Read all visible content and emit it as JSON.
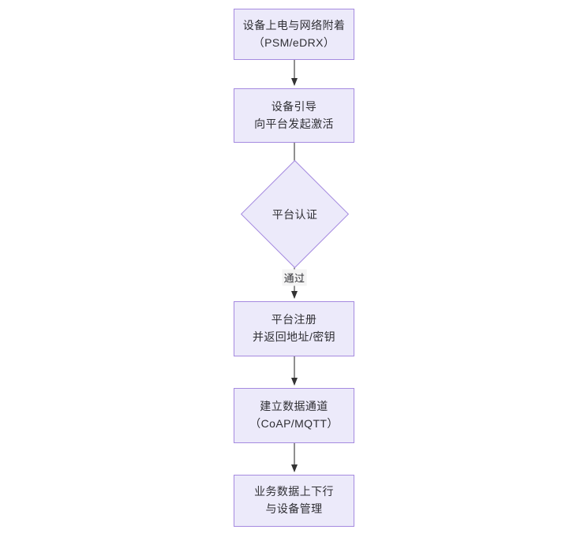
{
  "diagram": {
    "type": "flowchart",
    "direction": "top-to-bottom",
    "background_color": "#ffffff",
    "node_fill_color": "#ECEAFA",
    "node_border_color": "#A58AE0",
    "text_color": "#2f2f34",
    "edge_color": "#333333",
    "nodes": [
      {
        "id": "n1",
        "shape": "rectangle",
        "line1": "设备上电与网络附着",
        "line2": "（PSM/eDRX）"
      },
      {
        "id": "n2",
        "shape": "rectangle",
        "line1": "设备引导",
        "line2": "向平台发起激活"
      },
      {
        "id": "n3",
        "shape": "diamond",
        "line1": "平台认证",
        "line2": ""
      },
      {
        "id": "n4",
        "shape": "rectangle",
        "line1": "平台注册",
        "line2": "并返回地址/密钥"
      },
      {
        "id": "n5",
        "shape": "rectangle",
        "line1": "建立数据通道",
        "line2": "（CoAP/MQTT）"
      },
      {
        "id": "n6",
        "shape": "rectangle",
        "line1": "业务数据上下行",
        "line2": "与设备管理"
      }
    ],
    "edges": [
      {
        "from": "n1",
        "to": "n2",
        "label": ""
      },
      {
        "from": "n2",
        "to": "n3",
        "label": ""
      },
      {
        "from": "n3",
        "to": "n4",
        "label": "通过"
      },
      {
        "from": "n4",
        "to": "n5",
        "label": ""
      },
      {
        "from": "n5",
        "to": "n6",
        "label": ""
      }
    ]
  }
}
